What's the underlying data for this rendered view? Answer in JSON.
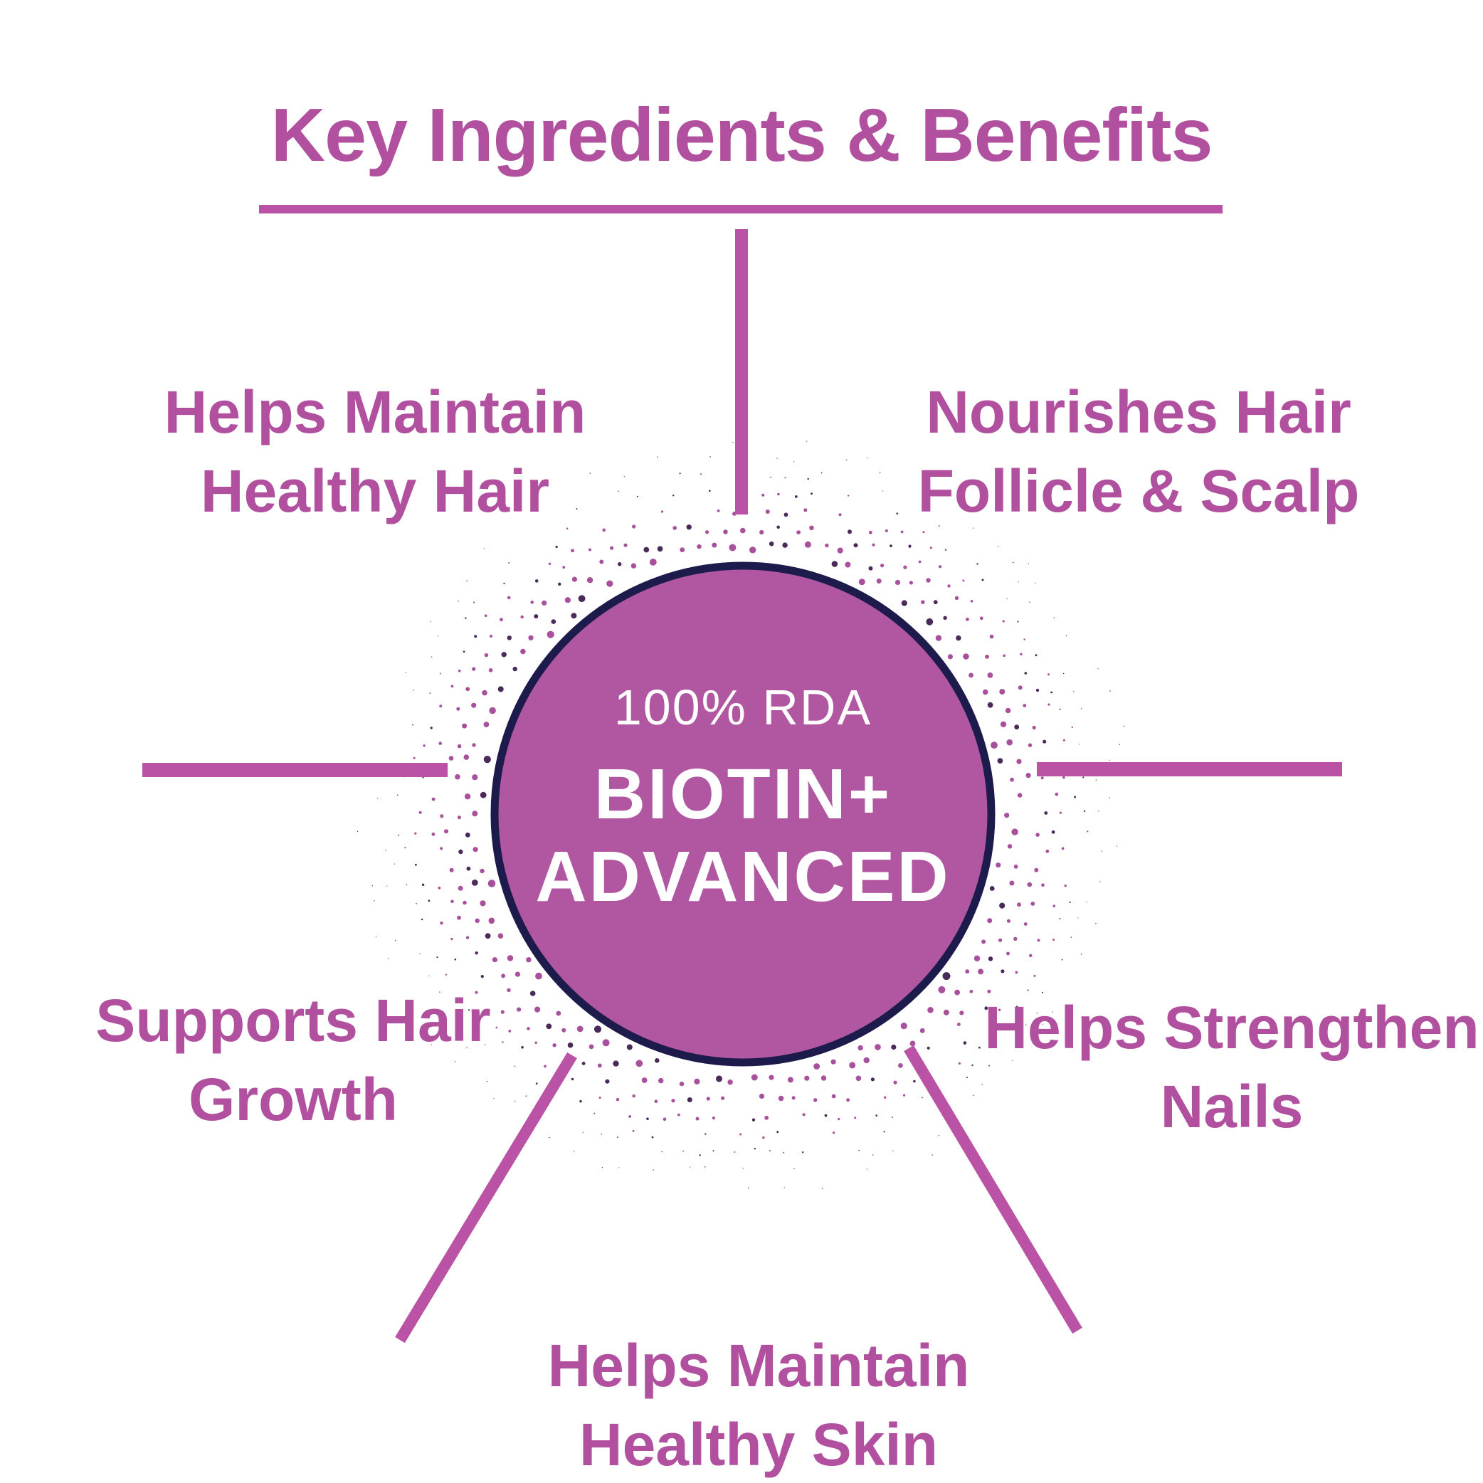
{
  "title": {
    "text": "Key Ingredients & Benefits"
  },
  "center": {
    "rda_label": "100% RDA",
    "product_name": "BIOTIN+",
    "product_variant": "ADVANCED"
  },
  "benefits": {
    "top_left": {
      "line1": "Helps Maintain",
      "line2": "Healthy Hair"
    },
    "top_right": {
      "line1": "Nourishes Hair",
      "line2": "Follicle & Scalp"
    },
    "middle_left": {
      "line1": "Supports Hair",
      "line2": "Growth"
    },
    "middle_right": {
      "line1": "Helps Strengthen",
      "line2": "Nails"
    },
    "bottom": {
      "line1": "Helps Maintain",
      "line2": "Healthy Skin"
    }
  },
  "colors": {
    "accent_text": "#b1509f",
    "accent_line": "#ba53a5",
    "circle_fill": "#b157a2",
    "circle_border": "#1d1b4c",
    "halo_dot": "#a8509b",
    "halo_dot_dark": "#4a2a58",
    "center_text": "#ffffff",
    "background": "#ffffff"
  }
}
